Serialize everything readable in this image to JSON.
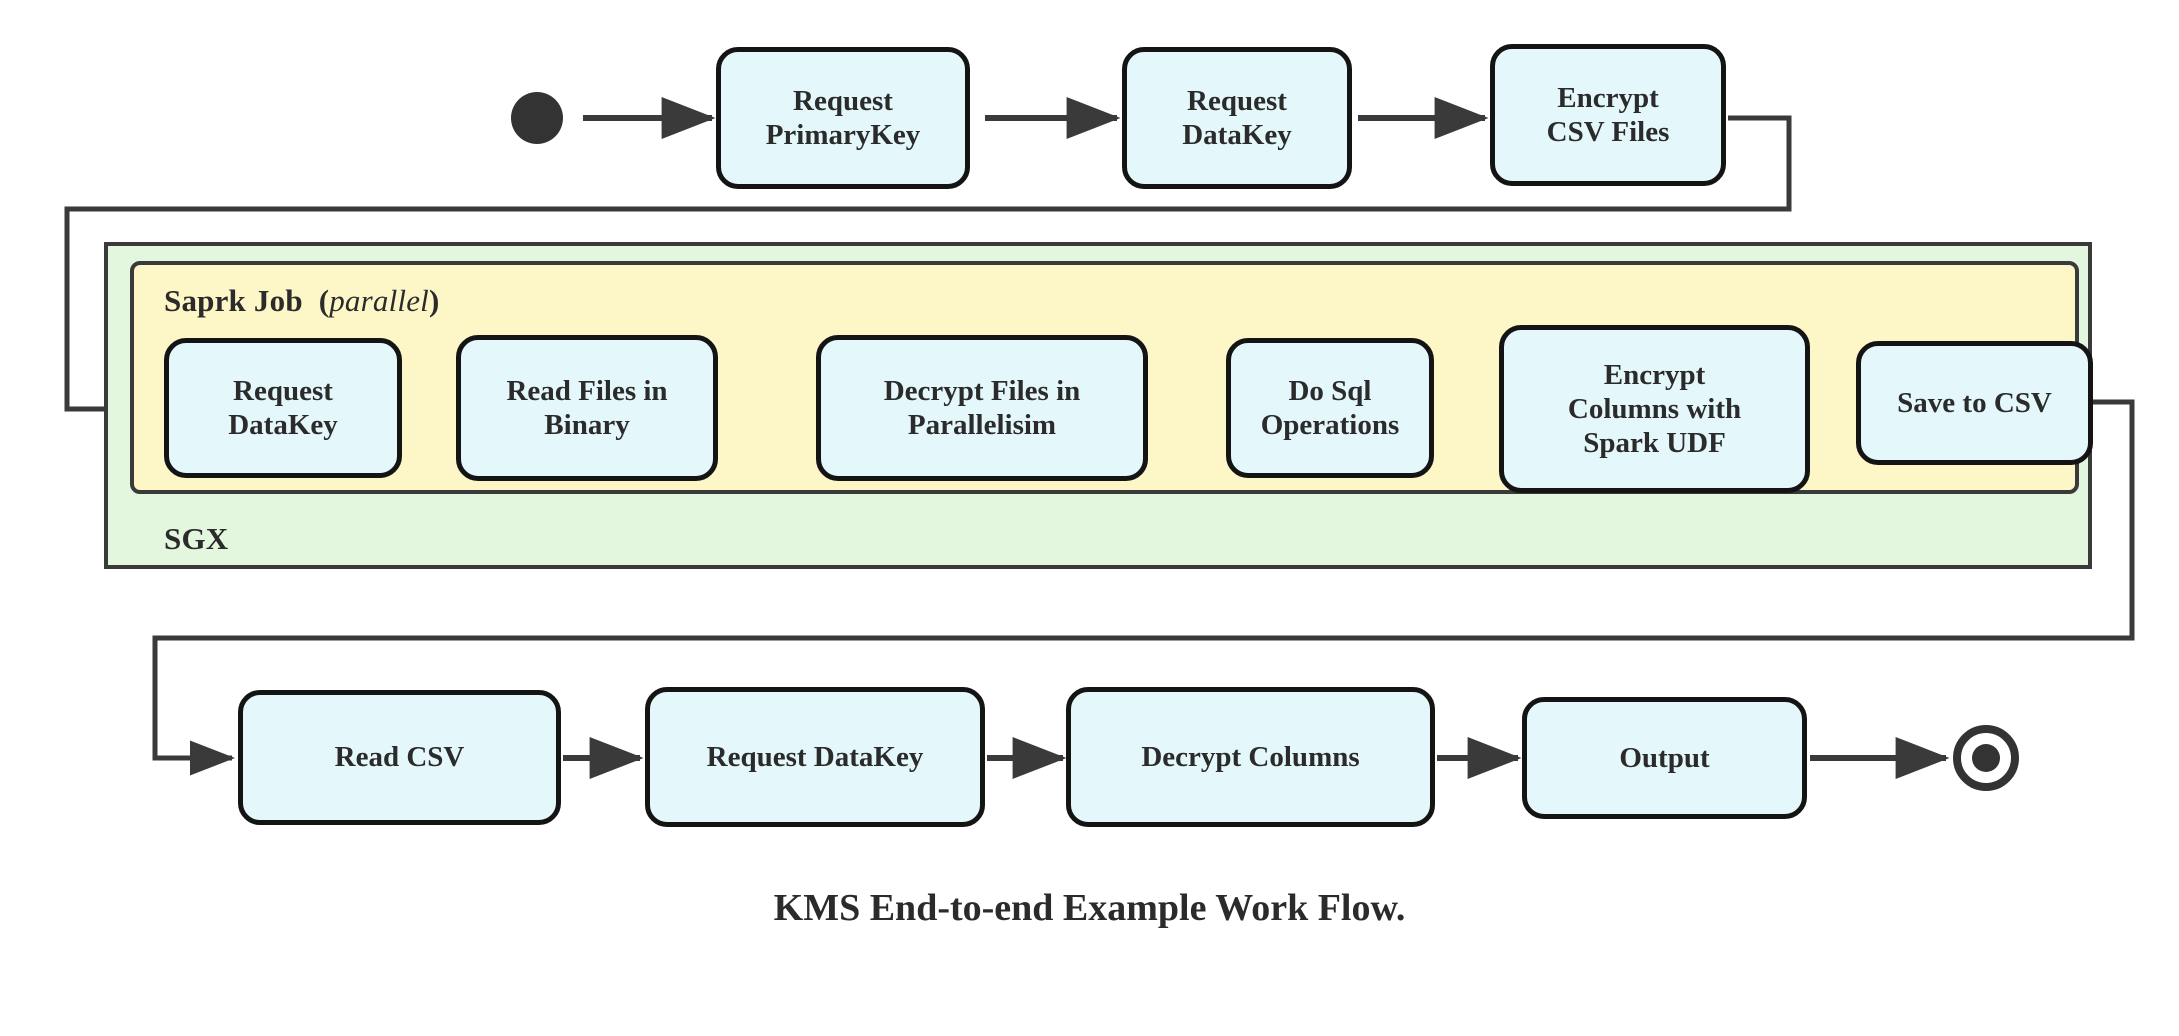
{
  "diagram": {
    "caption": "KMS End-to-end Example Work Flow.",
    "colors": {
      "node_fill": "#e4f7fb",
      "node_border": "#141414",
      "sgx_fill": "#e2f7de",
      "spark_fill": "#fdf7c8",
      "line": "#3a3a3a",
      "text": "#2b2b2b"
    },
    "containers": {
      "sgx": {
        "label": "SGX"
      },
      "spark": {
        "label": "Saprk Job",
        "qualifier": "parallel",
        "open_paren": "(",
        "close_paren": ")"
      }
    },
    "markers": {
      "start": "start-state",
      "end": "final-state"
    },
    "rows": {
      "top": [
        {
          "id": "request-primarykey",
          "lines": [
            "Request",
            "PrimaryKey"
          ]
        },
        {
          "id": "request-datakey-top",
          "lines": [
            "Request",
            "DataKey"
          ]
        },
        {
          "id": "encrypt-csv-files",
          "lines": [
            "Encrypt",
            "CSV Files"
          ]
        }
      ],
      "spark": [
        {
          "id": "request-datakey-spark",
          "lines": [
            "Request",
            "DataKey"
          ]
        },
        {
          "id": "read-files-in-binary",
          "lines": [
            "Read Files in",
            "Binary"
          ]
        },
        {
          "id": "decrypt-files-in-parallelisim",
          "lines": [
            "Decrypt Files in",
            "Parallelisim"
          ]
        },
        {
          "id": "do-sql-operations",
          "lines": [
            "Do Sql",
            "Operations"
          ]
        },
        {
          "id": "encrypt-columns-with-spark-udf",
          "lines": [
            "Encrypt",
            "Columns with",
            "Spark UDF"
          ]
        },
        {
          "id": "save-to-csv",
          "lines": [
            "Save to CSV"
          ]
        }
      ],
      "bottom": [
        {
          "id": "read-csv",
          "lines": [
            "Read CSV"
          ]
        },
        {
          "id": "request-datakey-bottom",
          "lines": [
            "Request DataKey"
          ]
        },
        {
          "id": "decrypt-columns",
          "lines": [
            "Decrypt Columns"
          ]
        },
        {
          "id": "output",
          "lines": [
            "Output"
          ]
        }
      ]
    },
    "edges": [
      {
        "from": "start-state",
        "to": "request-primarykey",
        "kind": "straight"
      },
      {
        "from": "request-primarykey",
        "to": "request-datakey-top",
        "kind": "straight"
      },
      {
        "from": "request-datakey-top",
        "to": "encrypt-csv-files",
        "kind": "straight"
      },
      {
        "from": "encrypt-csv-files",
        "to": "request-datakey-spark",
        "kind": "orthogonal-wrap-left"
      },
      {
        "from": "request-datakey-spark",
        "to": "read-files-in-binary",
        "kind": "straight"
      },
      {
        "from": "read-files-in-binary",
        "to": "decrypt-files-in-parallelisim",
        "kind": "straight"
      },
      {
        "from": "decrypt-files-in-parallelisim",
        "to": "do-sql-operations",
        "kind": "straight"
      },
      {
        "from": "do-sql-operations",
        "to": "encrypt-columns-with-spark-udf",
        "kind": "straight"
      },
      {
        "from": "encrypt-columns-with-spark-udf",
        "to": "save-to-csv",
        "kind": "straight"
      },
      {
        "from": "save-to-csv",
        "to": "read-csv",
        "kind": "orthogonal-wrap-right"
      },
      {
        "from": "read-csv",
        "to": "request-datakey-bottom",
        "kind": "straight"
      },
      {
        "from": "request-datakey-bottom",
        "to": "decrypt-columns",
        "kind": "straight"
      },
      {
        "from": "decrypt-columns",
        "to": "output",
        "kind": "straight"
      },
      {
        "from": "output",
        "to": "final-state",
        "kind": "straight"
      }
    ]
  }
}
